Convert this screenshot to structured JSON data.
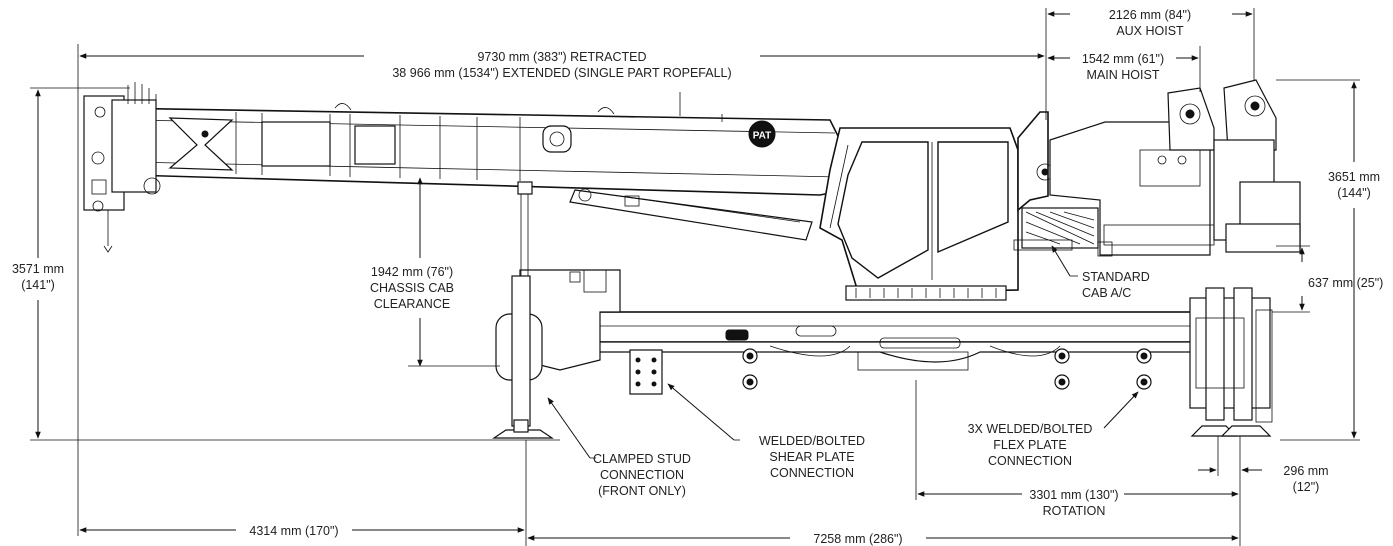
{
  "dimensions": {
    "aux_hoist_value": "2126 mm (84\")",
    "aux_hoist_label": "AUX HOIST",
    "main_hoist_value": "1542 mm (61\")",
    "main_hoist_label": "MAIN HOIST",
    "boom_retracted": "9730 mm (383\") RETRACTED",
    "boom_extended": "38 966 mm  (1534\") EXTENDED (SINGLE PART ROPEFALL)",
    "overall_height_value": "3571 mm",
    "overall_height_inch": "(141\")",
    "rear_height_value": "3651 mm",
    "rear_height_inch": "(144\")",
    "cab_clearance_value": "1942 mm (76\")",
    "cab_clearance_label_1": "CHASSIS CAB",
    "cab_clearance_label_2": "CLEARANCE",
    "rear_offset_value": "637 mm (25\")",
    "standard_ac_1": "STANDARD",
    "standard_ac_2": "CAB A/C",
    "front_overhang": "4314 mm (170\")",
    "overall_base": "7258 mm (286\")",
    "rotation_value": "3301 mm (130\")",
    "rotation_label": "ROTATION",
    "rear_outrigger_value": "296 mm",
    "rear_outrigger_inch": "(12\")",
    "pat_badge": "PAT"
  },
  "callouts": {
    "clamped_stud_1": "CLAMPED STUD",
    "clamped_stud_2": "CONNECTION",
    "clamped_stud_3": "(FRONT ONLY)",
    "shear_plate_1": "WELDED/BOLTED",
    "shear_plate_2": "SHEAR PLATE",
    "shear_plate_3": "CONNECTION",
    "flex_plate_1": "3X WELDED/BOLTED",
    "flex_plate_2": "FLEX PLATE",
    "flex_plate_3": "CONNECTION"
  }
}
